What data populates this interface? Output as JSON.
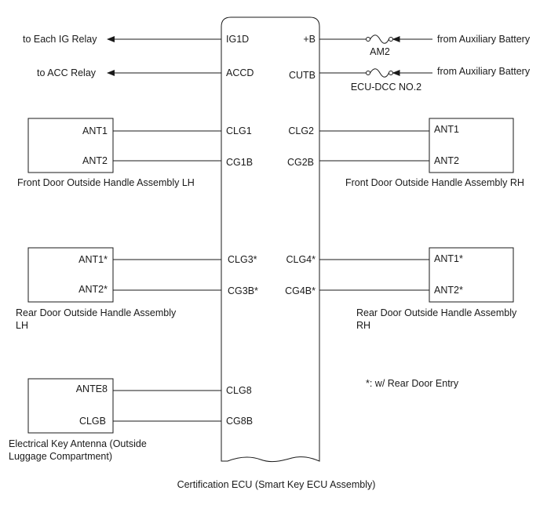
{
  "ecu": {
    "name": "Certification ECU (Smart Key ECU Assembly)",
    "left_pins": [
      "IG1D",
      "ACCD",
      "CLG1",
      "CG1B",
      "CLG3*",
      "CG3B*",
      "CLG8",
      "CG8B"
    ],
    "right_pins": [
      "+B",
      "CUTB",
      "CLG2",
      "CG2B",
      "CLG4*",
      "CG4B*"
    ]
  },
  "power": {
    "ig_relay": "to Each IG Relay",
    "acc_relay": "to ACC Relay",
    "aux_battery_1": "from Auxiliary Battery",
    "aux_battery_2": "from Auxiliary Battery",
    "fuse_1": "AM2",
    "fuse_2": "ECU-DCC NO.2"
  },
  "front_lh": {
    "pin_1": "ANT1",
    "pin_2": "ANT2",
    "label": "Front Door Outside Handle Assembly LH"
  },
  "front_rh": {
    "pin_1": "ANT1",
    "pin_2": "ANT2",
    "label": "Front Door Outside Handle Assembly RH"
  },
  "rear_lh": {
    "pin_1": "ANT1*",
    "pin_2": "ANT2*",
    "label_line1": "Rear Door Outside Handle Assembly",
    "label_line2": "LH"
  },
  "rear_rh": {
    "pin_1": "ANT1*",
    "pin_2": "ANT2*",
    "label_line1": "Rear Door Outside Handle Assembly",
    "label_line2": "RH"
  },
  "luggage": {
    "pin_1": "ANTE8",
    "pin_2": "CLGB",
    "label_line1": "Electrical Key Antenna (Outside",
    "label_line2": "Luggage Compartment)"
  },
  "footnote": "*: w/ Rear Door Entry"
}
